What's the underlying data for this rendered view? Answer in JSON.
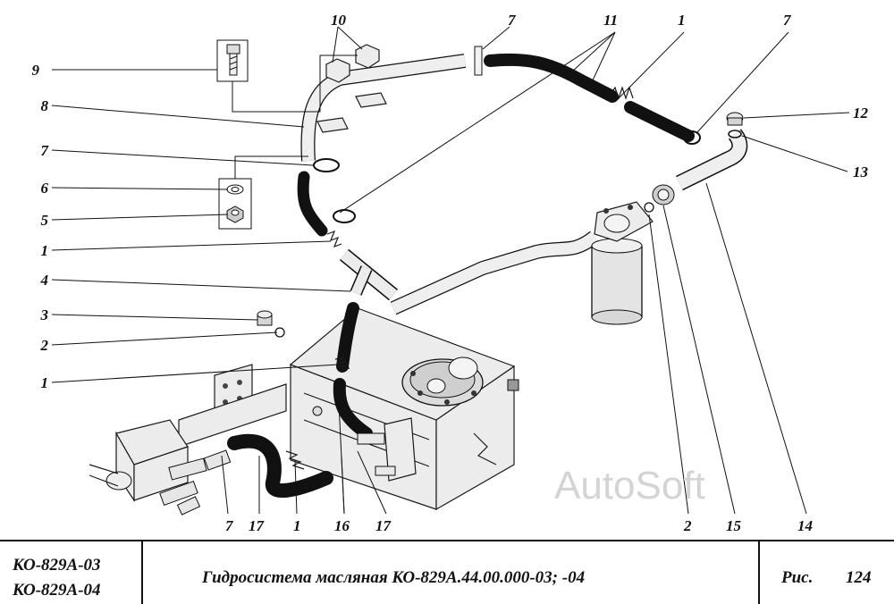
{
  "watermark": "AutoSoft",
  "title_block": {
    "model_line_1": "КО-829А-03",
    "model_line_2": "КО-829А-04",
    "title": "Гидросистема масляная КО-829А.44.00.000-03; -04",
    "fig_label": "Рис.",
    "fig_number": "124"
  },
  "callouts": [
    {
      "id": "c9",
      "label": "9"
    },
    {
      "id": "c8",
      "label": "8"
    },
    {
      "id": "c7a",
      "label": "7"
    },
    {
      "id": "c6",
      "label": "6"
    },
    {
      "id": "c5",
      "label": "5"
    },
    {
      "id": "c1a",
      "label": "1"
    },
    {
      "id": "c4",
      "label": "4"
    },
    {
      "id": "c3",
      "label": "3"
    },
    {
      "id": "c2a",
      "label": "2"
    },
    {
      "id": "c1b",
      "label": "1"
    },
    {
      "id": "c10",
      "label": "10"
    },
    {
      "id": "c7b",
      "label": "7"
    },
    {
      "id": "c11",
      "label": "11"
    },
    {
      "id": "c1c",
      "label": "1"
    },
    {
      "id": "c7c",
      "label": "7"
    },
    {
      "id": "c12",
      "label": "12"
    },
    {
      "id": "c13",
      "label": "13"
    },
    {
      "id": "c7d",
      "label": "7"
    },
    {
      "id": "c17a",
      "label": "17"
    },
    {
      "id": "c1d",
      "label": "1"
    },
    {
      "id": "c16",
      "label": "16"
    },
    {
      "id": "c17b",
      "label": "17"
    },
    {
      "id": "c2b",
      "label": "2"
    },
    {
      "id": "c15",
      "label": "15"
    },
    {
      "id": "c14",
      "label": "14"
    }
  ]
}
